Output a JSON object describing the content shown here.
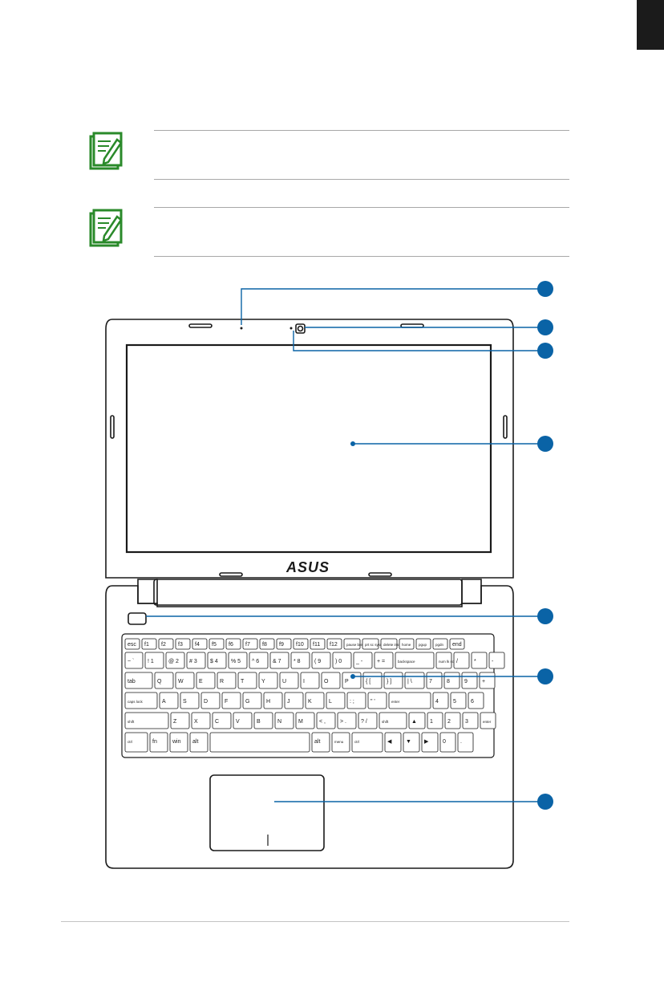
{
  "colors": {
    "callout": "#0a63a6",
    "note_icon": "#2a8a2a",
    "outline": "#1a1a1a",
    "rule": "#a8a8a8"
  },
  "notes": [
    {
      "icon": "note-pencil-icon",
      "text": ""
    },
    {
      "icon": "note-pencil-icon",
      "text": ""
    }
  ],
  "callouts": [
    {
      "target": "microphone"
    },
    {
      "target": "camera"
    },
    {
      "target": "camera-indicator"
    },
    {
      "target": "display-panel"
    },
    {
      "target": "power-button"
    },
    {
      "target": "keyboard"
    },
    {
      "target": "touchpad"
    }
  ],
  "brand": {
    "logo_text": "ASUS"
  },
  "keyboard": {
    "row_f": [
      "esc",
      "f1",
      "f2",
      "f3",
      "f4",
      "f5",
      "f6",
      "f7",
      "f8",
      "f9",
      "f10",
      "f11",
      "f12",
      "pause break",
      "prt sc sysrq",
      "delete insert",
      "home",
      "pgup",
      "pgdn",
      "end"
    ],
    "row_num": [
      "~ `",
      "! 1",
      "@ 2",
      "# 3",
      "$ 4",
      "% 5",
      "^ 6",
      "& 7",
      "* 8",
      "( 9",
      ") 0",
      "_ -",
      "+ =",
      "backspace",
      "num lk scr lk",
      "/",
      "*",
      "-"
    ],
    "row_q": [
      "tab",
      "Q",
      "W",
      "E",
      "R",
      "T",
      "Y",
      "U",
      "I",
      "O",
      "P",
      "{ [",
      "} ]",
      "| \\",
      "7",
      "8",
      "9",
      "+"
    ],
    "row_a": [
      "caps lock",
      "A",
      "S",
      "D",
      "F",
      "G",
      "H",
      "J",
      "K",
      "L",
      ": ;",
      "\" '",
      "enter",
      "4",
      "5",
      "6"
    ],
    "row_z": [
      "shift",
      "Z",
      "X",
      "C",
      "V",
      "B",
      "N",
      "M",
      "< ,",
      "> .",
      "? /",
      "shift",
      "▲",
      "1",
      "2",
      "3",
      "enter"
    ],
    "row_space": [
      "ctrl",
      "fn",
      "win",
      "alt",
      "",
      "alt",
      "menu",
      "ctrl",
      "◀",
      "▼",
      "▶",
      "0",
      "."
    ]
  }
}
